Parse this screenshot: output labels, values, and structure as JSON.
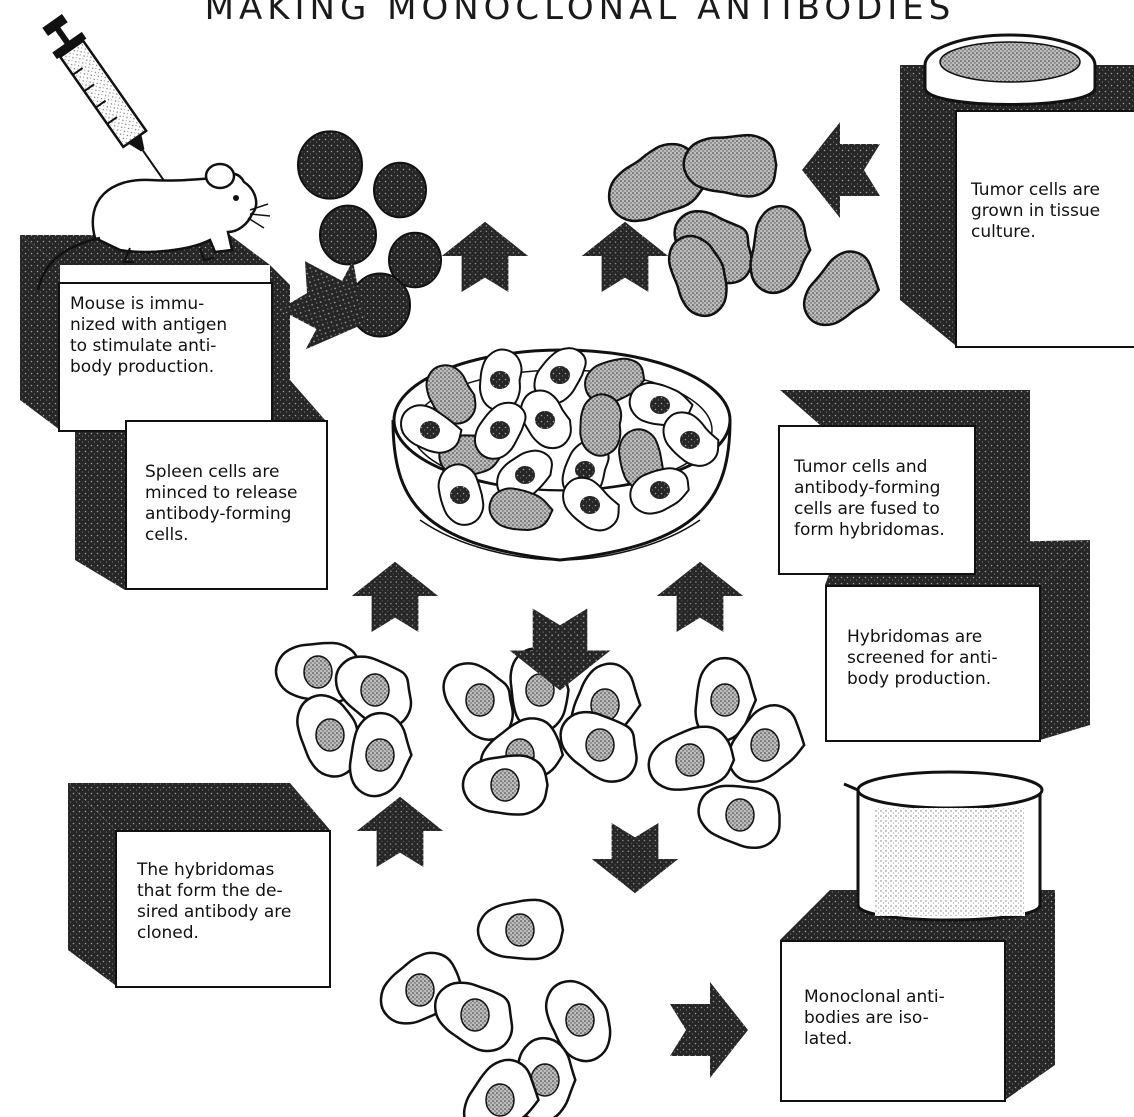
{
  "title": "MAKING MONOCLONAL ANTIBODIES",
  "colors": {
    "ink": "#111111",
    "paper": "#ffffff",
    "speckle": "#3a3a3a"
  },
  "steps": [
    {
      "id": "immunize",
      "text": "Mouse is immu-\nnized with antigen\nto stimulate anti-\nbody production."
    },
    {
      "id": "tumor-culture",
      "text": "Tumor cells are\ngrown in tissue\nculture."
    },
    {
      "id": "spleen",
      "text": "Spleen cells are\nminced to release\nantibody-forming\ncells."
    },
    {
      "id": "fuse",
      "text": "Tumor cells and\nantibody-forming\ncells are fused to\nform hybridomas."
    },
    {
      "id": "screen",
      "text": "Hybridomas are\nscreened for anti-\nbody production."
    },
    {
      "id": "clone",
      "text": "The hybridomas\nthat form the de-\nsired antibody are\ncloned."
    },
    {
      "id": "isolate",
      "text": "Monoclonal anti-\nbodies are iso-\nlated."
    }
  ],
  "icons": [
    "syringe-icon",
    "mouse-icon",
    "petri-dish-icon",
    "beaker-icon",
    "cell-icon",
    "arrow-icon"
  ]
}
